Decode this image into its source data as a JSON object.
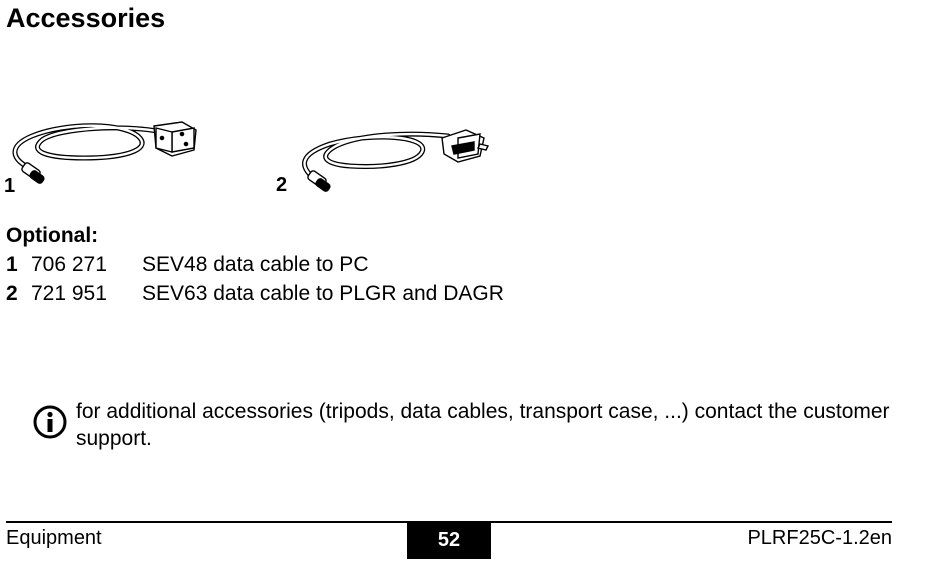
{
  "header": {
    "title": "Accessories"
  },
  "figures": [
    {
      "number": "1",
      "icon": "data-cable-sev48-icon"
    },
    {
      "number": "2",
      "icon": "data-cable-sev63-icon"
    }
  ],
  "optional": {
    "heading": "Optional:",
    "items": [
      {
        "index": "1",
        "article": "706 271",
        "description": "SEV48 data cable to PC"
      },
      {
        "index": "2",
        "article": "721 951",
        "description": "SEV63 data cable to PLGR and DAGR"
      }
    ]
  },
  "note": {
    "icon": "info-icon",
    "text": "for additional accessories (tripods, data cables, transport case, ...) contact the customer support."
  },
  "footer": {
    "section": "Equipment",
    "page": "52",
    "doc_id": "PLRF25C-1.2en"
  }
}
